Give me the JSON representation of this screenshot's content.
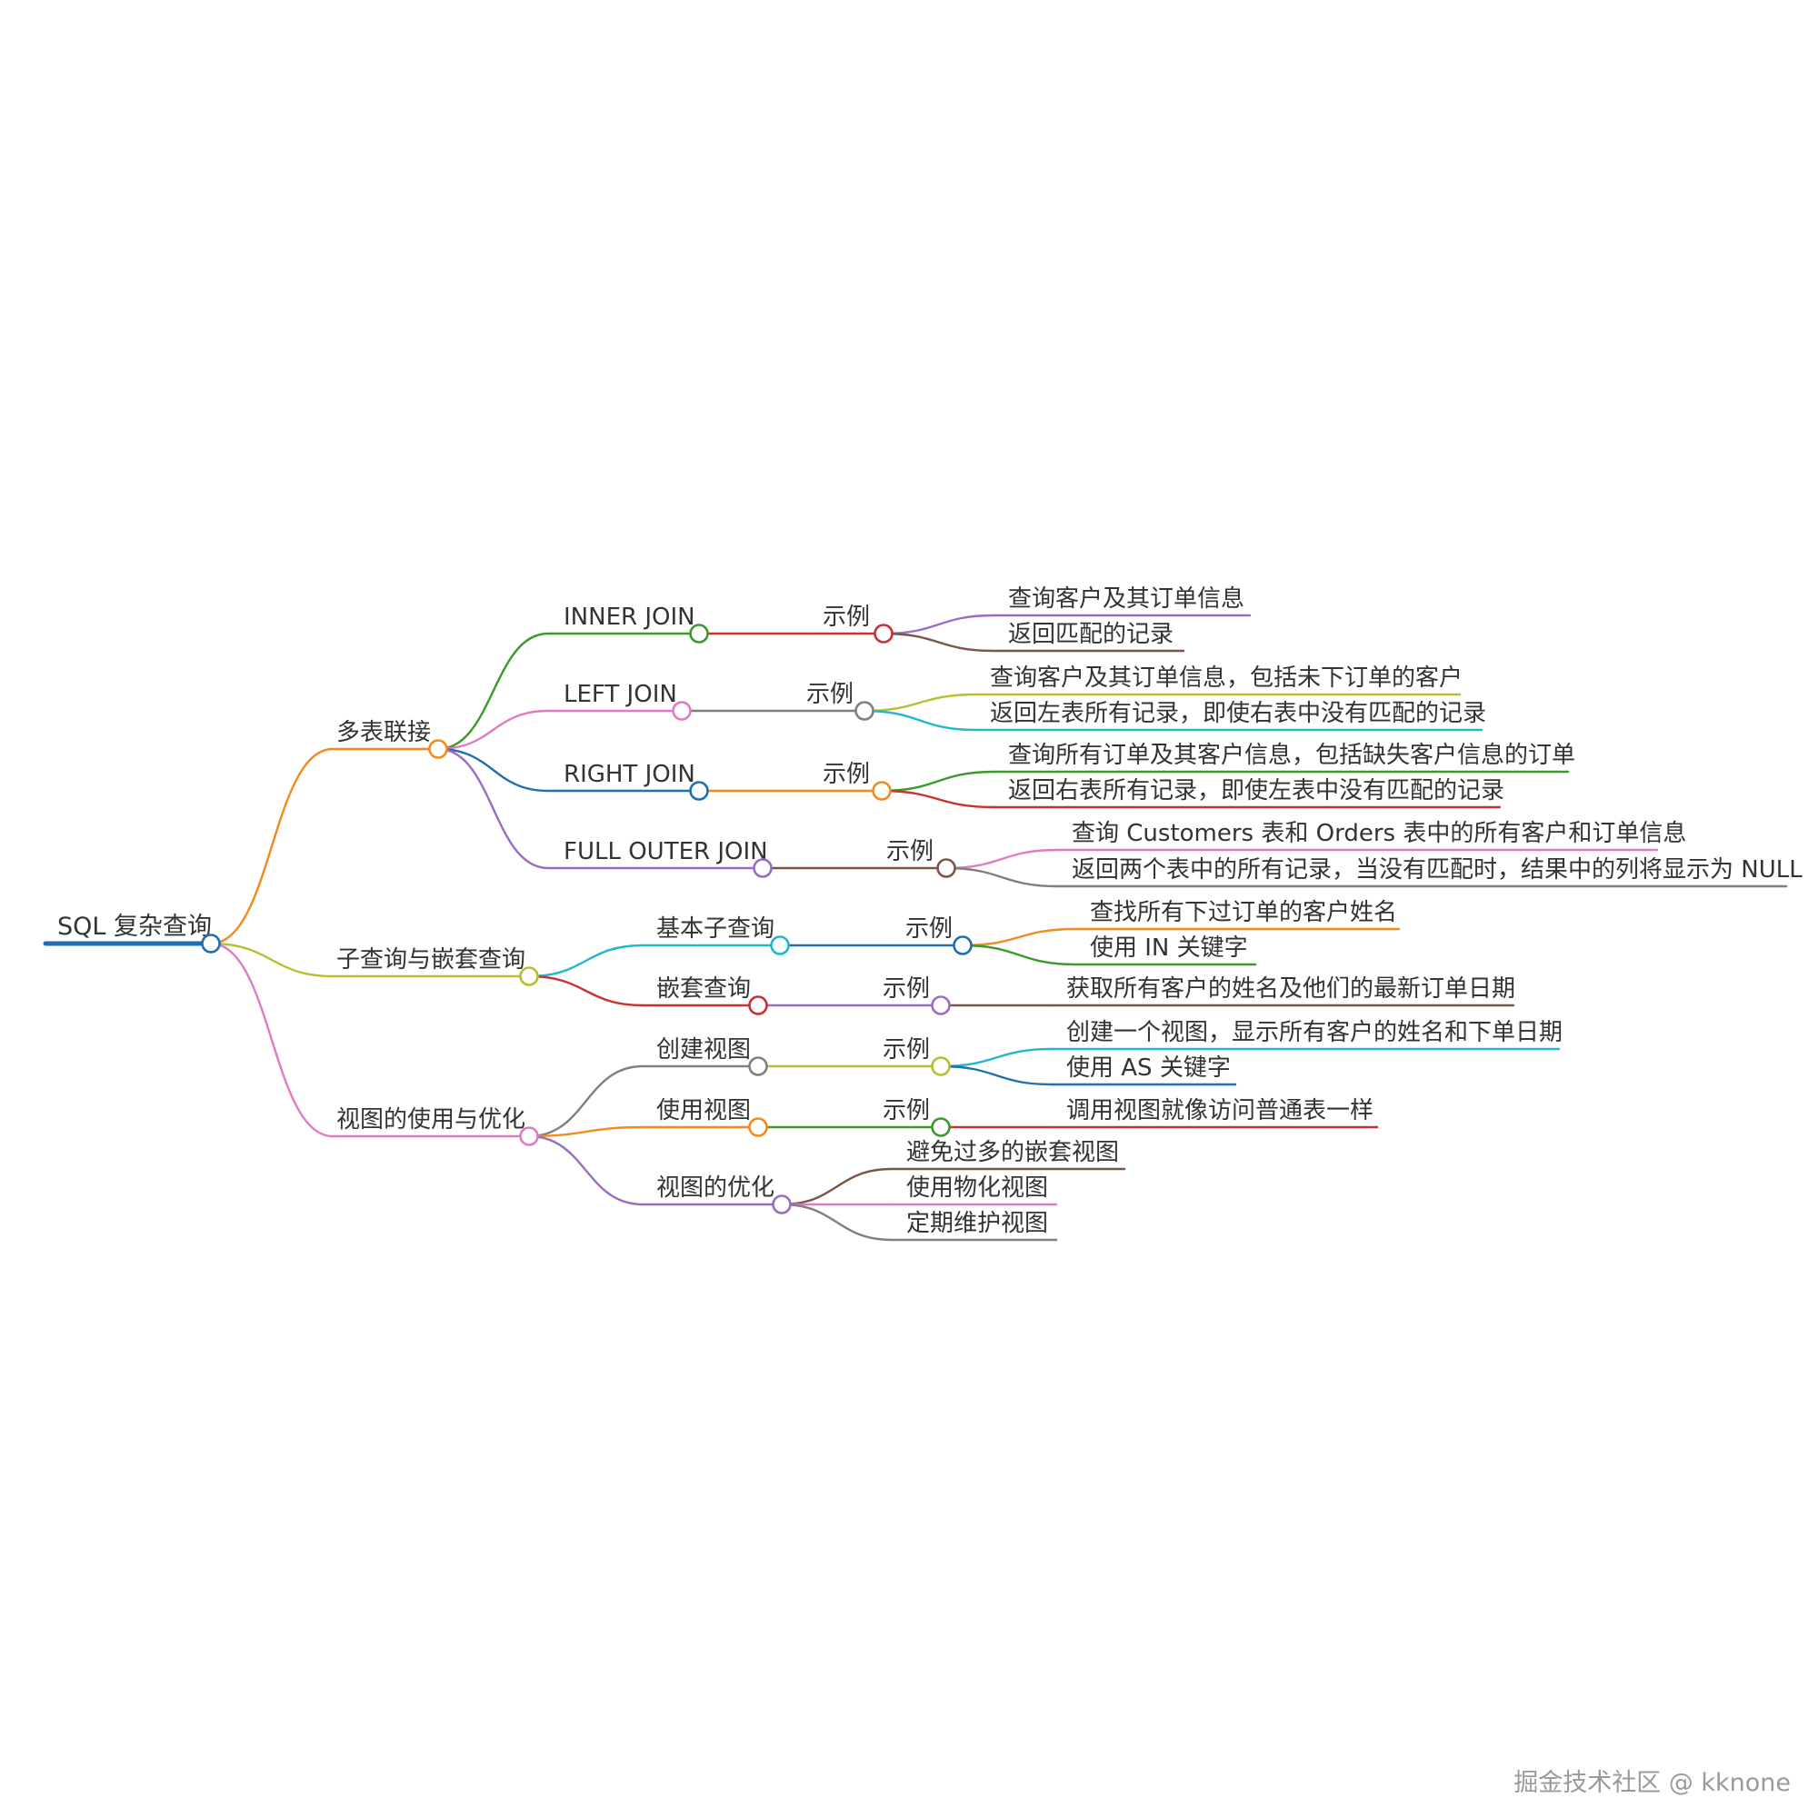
{
  "mindmap": {
    "root": {
      "label": "SQL 复杂查询",
      "color": "#1f6fb2",
      "children": [
        {
          "label": "多表联接",
          "color": "#f28a1e",
          "children": [
            {
              "label": "INNER JOIN",
              "color": "#3a9a2a",
              "children": [
                {
                  "label": "示例",
                  "color": "#c83232",
                  "children": [
                    {
                      "label": "查询客户及其订单信息",
                      "color": "#9b6cc4"
                    },
                    {
                      "label": "返回匹配的记录",
                      "color": "#7a5548"
                    }
                  ]
                }
              ]
            },
            {
              "label": "LEFT JOIN",
              "color": "#e07ac2",
              "children": [
                {
                  "label": "示例",
                  "color": "#7f7f7f",
                  "children": [
                    {
                      "label": "查询客户及其订单信息，包括未下订单的客户",
                      "color": "#b8bf2e"
                    },
                    {
                      "label": "返回左表所有记录，即使右表中没有匹配的记录",
                      "color": "#22b8cc"
                    }
                  ]
                }
              ]
            },
            {
              "label": "RIGHT JOIN",
              "color": "#1f6fb2",
              "children": [
                {
                  "label": "示例",
                  "color": "#f28a1e",
                  "children": [
                    {
                      "label": "查询所有订单及其客户信息，包括缺失客户信息的订单",
                      "color": "#3a9a2a"
                    },
                    {
                      "label": "返回右表所有记录，即使左表中没有匹配的记录",
                      "color": "#c83232"
                    }
                  ]
                }
              ]
            },
            {
              "label": "FULL OUTER JOIN",
              "color": "#9b6cc4",
              "children": [
                {
                  "label": "示例",
                  "color": "#7a5548",
                  "children": [
                    {
                      "label": "查询 Customers 表和 Orders 表中的所有客户和订单信息",
                      "color": "#e07ac2"
                    },
                    {
                      "label": "返回两个表中的所有记录，当没有匹配时，结果中的列将显示为 NULL",
                      "color": "#7f7f7f"
                    }
                  ]
                }
              ]
            }
          ]
        },
        {
          "label": "子查询与嵌套查询",
          "color": "#b8bf2e",
          "children": [
            {
              "label": "基本子查询",
              "color": "#22b8cc",
              "children": [
                {
                  "label": "示例",
                  "color": "#1f6fb2",
                  "children": [
                    {
                      "label": "查找所有下过订单的客户姓名",
                      "color": "#f28a1e"
                    },
                    {
                      "label": "使用 IN 关键字",
                      "color": "#3a9a2a"
                    }
                  ]
                }
              ]
            },
            {
              "label": "嵌套查询",
              "color": "#c83232",
              "children": [
                {
                  "label": "示例",
                  "color": "#9b6cc4",
                  "children": [
                    {
                      "label": "获取所有客户的姓名及他们的最新订单日期",
                      "color": "#7a5548"
                    }
                  ]
                }
              ]
            }
          ]
        },
        {
          "label": "视图的使用与优化",
          "color": "#e07ac2",
          "children": [
            {
              "label": "创建视图",
              "color": "#7f7f7f",
              "children": [
                {
                  "label": "示例",
                  "color": "#b8bf2e",
                  "children": [
                    {
                      "label": "创建一个视图，显示所有客户的姓名和下单日期",
                      "color": "#22b8cc"
                    },
                    {
                      "label": "使用 AS 关键字",
                      "color": "#1f6fb2"
                    }
                  ]
                }
              ]
            },
            {
              "label": "使用视图",
              "color": "#f28a1e",
              "children": [
                {
                  "label": "示例",
                  "color": "#3a9a2a",
                  "children": [
                    {
                      "label": "调用视图就像访问普通表一样",
                      "color": "#c83232"
                    }
                  ]
                }
              ]
            },
            {
              "label": "视图的优化",
              "color": "#9b6cc4",
              "children": [
                {
                  "label": "避免过多的嵌套视图",
                  "color": "#7a5548"
                },
                {
                  "label": "使用物化视图",
                  "color": "#e07ac2"
                },
                {
                  "label": "定期维护视图",
                  "color": "#7f7f7f"
                }
              ]
            }
          ]
        }
      ]
    }
  },
  "watermark": "掘金技术社区 @ kknone"
}
